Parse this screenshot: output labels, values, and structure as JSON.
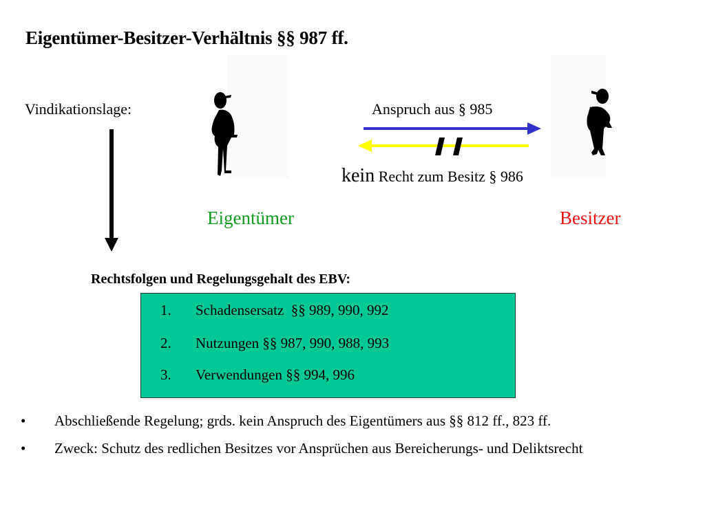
{
  "slide": {
    "title": "Eigentümer-Besitzer-Verhältnis §§ 987 ff.",
    "vindikation_label": "Vindikationslage:",
    "diagram": {
      "claim_label": "Anspruch aus § 985",
      "no_right_prefix": "kein",
      "no_right_rest": " Recht zum Besitz § 986",
      "owner_label": "Eigentümer",
      "possessor_label": "Besitzer",
      "colors": {
        "claim_arrow": "#3333cc",
        "right_arrow": "#ffff00",
        "owner": "#129a22",
        "possessor": "#ee1111"
      },
      "icons": {
        "left_figure": "person-silhouette-icon",
        "right_figure": "person-silhouette-icon",
        "down_arrow": "arrow-down-icon",
        "strike_mark": "double-slash-icon"
      }
    },
    "consequences": {
      "heading": "Rechtsfolgen und Regelungsgehalt des EBV:",
      "box_color": "#02c896",
      "items": [
        {
          "num": "1.",
          "text": "Schadensersatz  §§ 989, 990, 992"
        },
        {
          "num": "2.",
          "text": "Nutzungen §§ 987, 990, 988, 993"
        },
        {
          "num": "3.",
          "text": "Verwendungen §§ 994, 996"
        }
      ]
    },
    "bullets": [
      {
        "marker": "•",
        "text": "Abschließende Regelung; grds. kein Anspruch des Eigentümers aus §§ 812 ff., 823 ff."
      },
      {
        "marker": "•",
        "text": "Zweck: Schutz des redlichen Besitzes vor Ansprüchen aus Bereicherungs- und Deliktsrecht"
      }
    ]
  }
}
